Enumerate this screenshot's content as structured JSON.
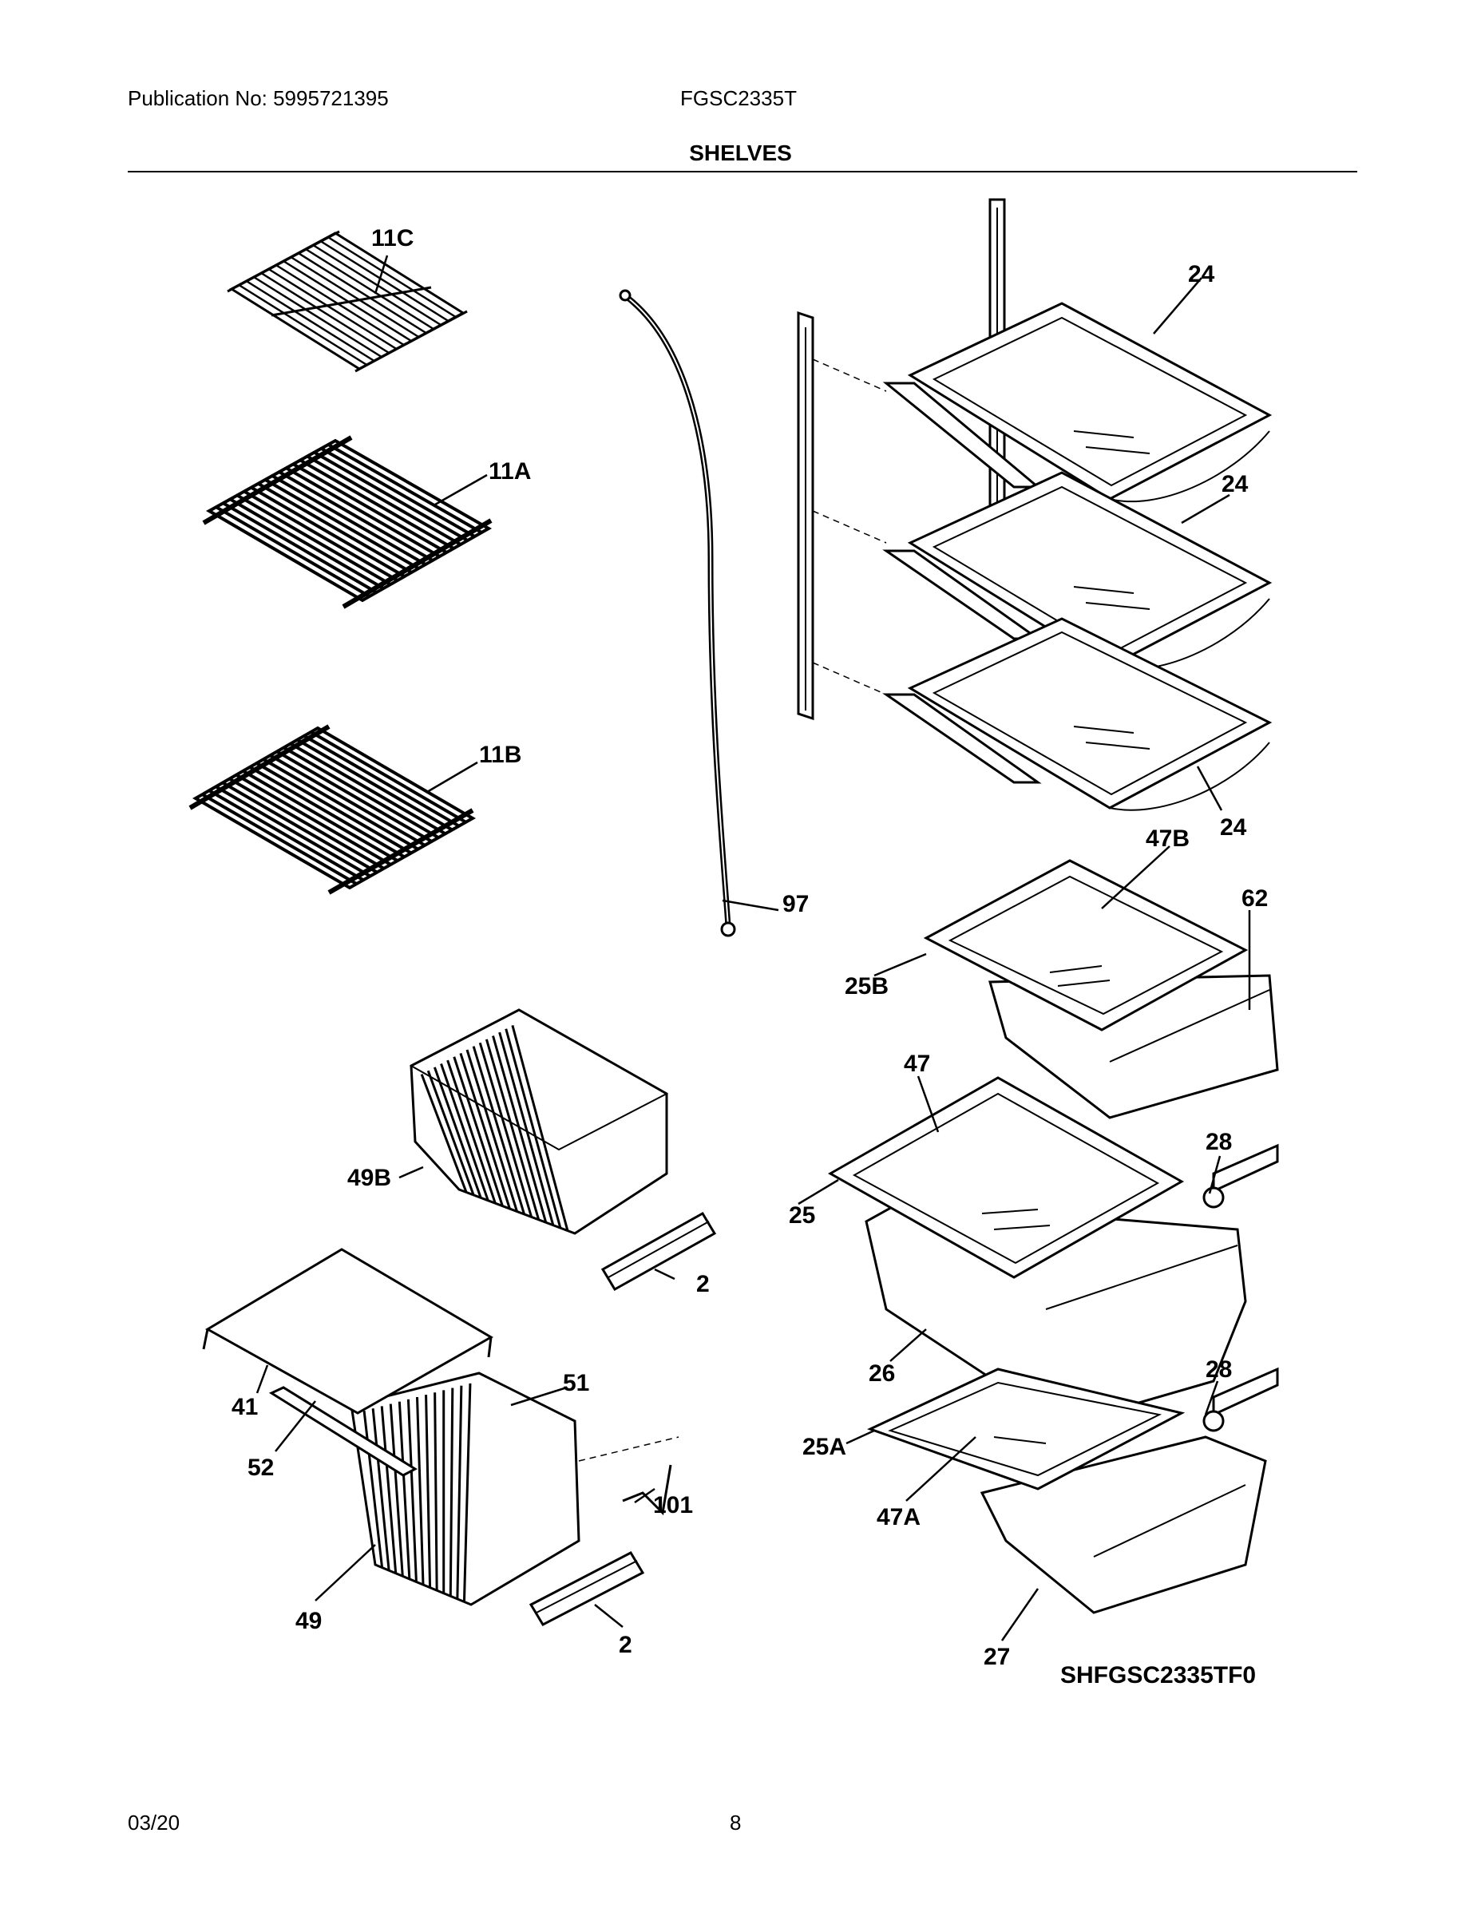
{
  "header": {
    "publication": "Publication No: 5995721395",
    "model": "FGSC2335T",
    "section_title": "SHELVES"
  },
  "diagram": {
    "labels": {
      "p11C": "11C",
      "p11A": "11A",
      "p11B": "11B",
      "p97": "97",
      "p24a": "24",
      "p24b": "24",
      "p24c": "24",
      "p47B": "47B",
      "p62": "62",
      "p25B": "25B",
      "p47": "47",
      "p28a": "28",
      "p25": "25",
      "p26": "26",
      "p28b": "28",
      "p25A": "25A",
      "p47A": "47A",
      "p27": "27",
      "p49B": "49B",
      "p2a": "2",
      "p41": "41",
      "p51": "51",
      "p52": "52",
      "p101": "101",
      "p49": "49",
      "p2b": "2"
    },
    "drawing_id": "SHFGSC2335TF0"
  },
  "footer": {
    "date": "03/20",
    "page": "8"
  }
}
